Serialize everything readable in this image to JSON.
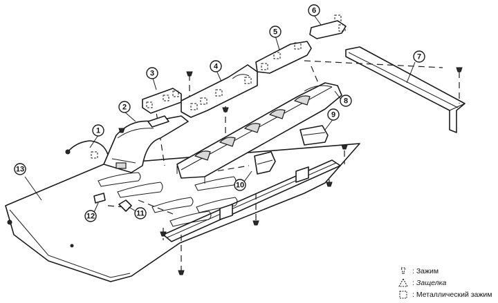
{
  "callouts": [
    "1",
    "2",
    "3",
    "4",
    "5",
    "6",
    "7",
    "8",
    "9",
    "10",
    "11",
    "12",
    "13"
  ],
  "legend": {
    "items": [
      {
        "label": ": Зажим",
        "icon": "clip-icon"
      },
      {
        "label": "Защелка",
        "icon": "latch-icon"
      },
      {
        "label": "Металлический зажим",
        "icon": "metal-clip-icon"
      }
    ]
  }
}
